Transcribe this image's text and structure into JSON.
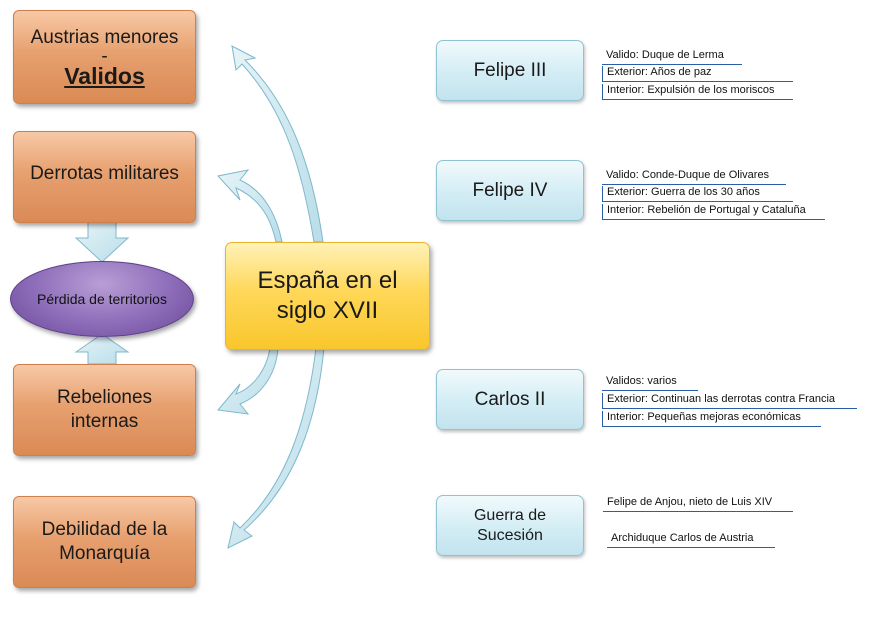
{
  "central": {
    "line1": "España en el",
    "line2": "siglo XVII"
  },
  "left_boxes": {
    "austrias": {
      "line1": "Austrias menores",
      "sep": "-",
      "line3": "Validos"
    },
    "derrotas": "Derrotas militares",
    "perdida": "Pérdida de territorios",
    "rebeliones": {
      "line1": "Rebeliones",
      "line2": "internas"
    },
    "debilidad": {
      "line1": "Debilidad de la",
      "line2": "Monarquía"
    }
  },
  "kings": [
    {
      "name": "Felipe III",
      "notes": [
        "Valido: Duque de Lerma",
        "Exterior: Años de paz",
        "Interior: Expulsión de los moriscos"
      ]
    },
    {
      "name": "Felipe IV",
      "notes": [
        "Valido: Conde-Duque de Olivares",
        "Exterior: Guerra de los 30 años",
        "Interior: Rebelión de Portugal y Cataluña"
      ]
    },
    {
      "name": "Carlos II",
      "notes": [
        "Validos: varios",
        "Exterior: Continuan las derrotas contra Francia",
        "Interior: Pequeñas mejoras económicas"
      ]
    },
    {
      "name_line1": "Guerra de",
      "name_line2": "Sucesión",
      "notes": [
        "Felipe de Anjou, nieto de Luis XIV",
        "Archiduque Carlos de Austria"
      ]
    }
  ],
  "colors": {
    "arrow": "#c7e6ef",
    "arrow_stroke": "#7fb8cc",
    "note_line": "#2a5fa8"
  }
}
